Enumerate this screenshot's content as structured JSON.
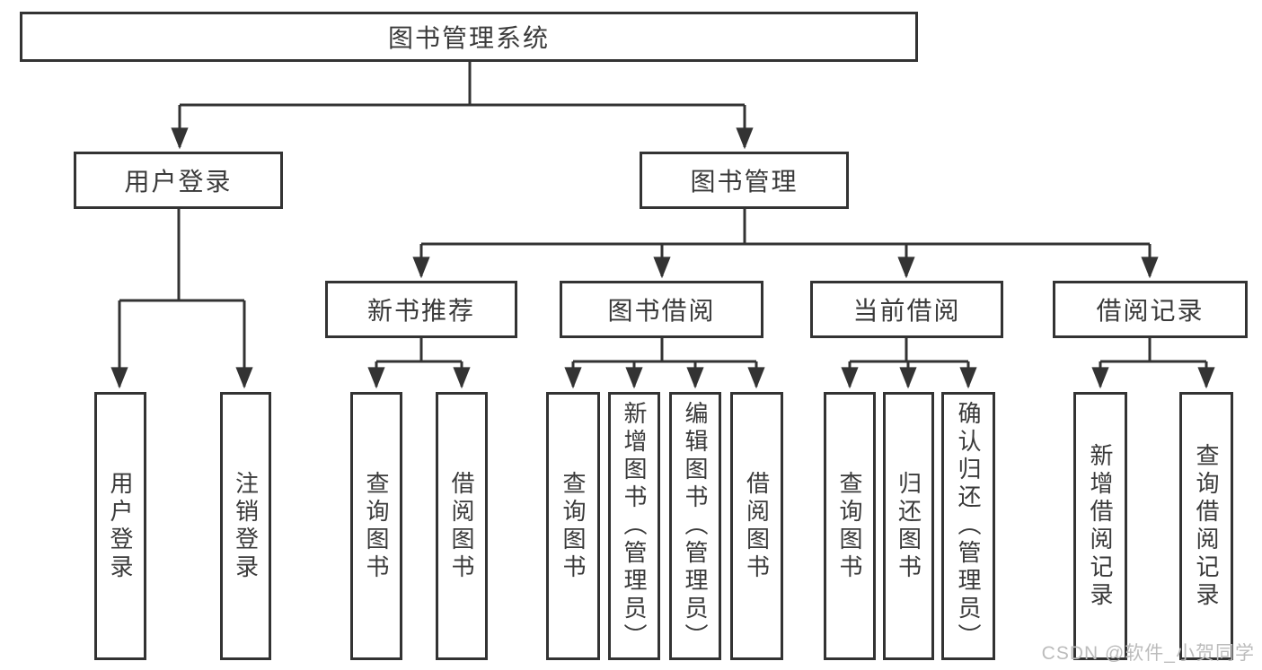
{
  "diagram": {
    "root": {
      "label": "图书管理系统"
    },
    "level2": [
      {
        "label": "用户登录",
        "children": [
          {
            "label": "用户登录"
          },
          {
            "label": "注销登录"
          }
        ]
      },
      {
        "label": "图书管理",
        "children": [
          {
            "label": "新书推荐",
            "children": [
              {
                "label": "查询图书"
              },
              {
                "label": "借阅图书"
              }
            ]
          },
          {
            "label": "图书借阅",
            "children": [
              {
                "label": "查询图书"
              },
              {
                "label": "新增图书（管理员）"
              },
              {
                "label": "编辑图书（管理员）"
              },
              {
                "label": "借阅图书"
              }
            ]
          },
          {
            "label": "当前借阅",
            "children": [
              {
                "label": "查询图书"
              },
              {
                "label": "归还图书"
              },
              {
                "label": "确认归还（管理员）"
              }
            ]
          },
          {
            "label": "借阅记录",
            "children": [
              {
                "label": "新增借阅记录"
              },
              {
                "label": "查询借阅记录"
              }
            ]
          }
        ]
      }
    ]
  },
  "watermark": {
    "text": "CSDN @软件_小贺同学"
  },
  "colors": {
    "line": "#333333",
    "box_border": "#333333",
    "text": "#3a3a3a",
    "watermark": "#bcbcbc",
    "background": "#ffffff"
  }
}
